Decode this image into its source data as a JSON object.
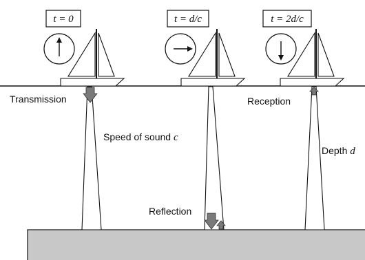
{
  "time_labels": {
    "t0": "t = 0",
    "t1": "t = d/c",
    "t2": "t = 2d/c"
  },
  "labels": {
    "transmission": "Transmission",
    "speed_text": "Speed of sound ",
    "speed_var": "c",
    "reception": "Reception",
    "depth_text": "Depth ",
    "depth_var": "d",
    "reflection": "Reflection"
  },
  "clock_hands": {
    "t0": "up",
    "t1": "right",
    "t2": "down"
  },
  "colors": {
    "seabed": "#c8c8c8",
    "arrow": "#7a7a7a",
    "line": "#111111"
  }
}
